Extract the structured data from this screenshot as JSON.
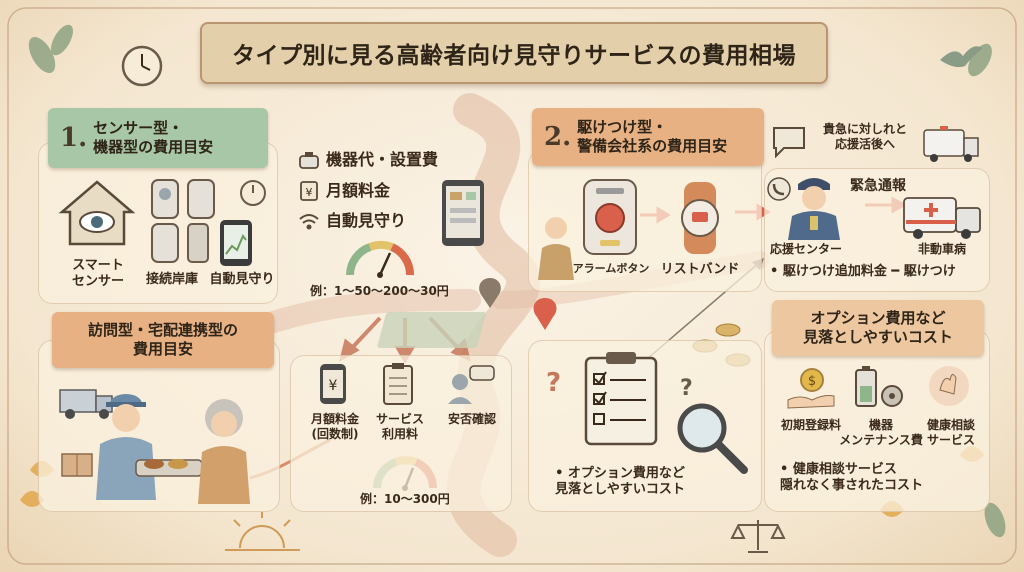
{
  "title": "タイプ別に見る高齢者向け見守りサービスの費用相場",
  "sections": {
    "sensor": {
      "number": "1.",
      "heading_line1": "センサー型・",
      "heading_line2": "機器型の費用目安",
      "items": [
        {
          "label": "スマート\nセンサー",
          "icon": "eye-house-icon"
        },
        {
          "label": "接続岸庫",
          "icon": "door-sensor-icon"
        },
        {
          "label": "自動見守り",
          "icon": "tablet-chart-icon"
        }
      ],
      "costs": [
        {
          "label": "機器代・設置費",
          "icon": "device-icon"
        },
        {
          "label": "月額料金",
          "icon": "yen-card-icon"
        },
        {
          "label": "自動見守り",
          "icon": "wifi-icon"
        }
      ],
      "range": "例：1〜50〜200〜30円"
    },
    "visit": {
      "heading_line1": "訪問型・宅配連携型の",
      "heading_line2": "費用目安",
      "costs": [
        {
          "label": "月額料金\n(回数制)",
          "icon": "yen-phone-icon"
        },
        {
          "label": "サービス\n利用料",
          "icon": "clipboard-icon"
        },
        {
          "label": "安否確認",
          "icon": "chat-people-icon"
        }
      ],
      "range": "例：10〜300円"
    },
    "rush": {
      "number": "2.",
      "heading_line1": "駆けつけ型・",
      "heading_line2": "警備会社系の費用目安",
      "devices": [
        {
          "label": "アラームボタン",
          "icon": "alarm-button-icon"
        },
        {
          "label": "リストバンド",
          "icon": "wristband-icon"
        }
      ],
      "center_label": "応援センター",
      "emergency_note": "貴急に対しれと\n応援活後へ",
      "emergency_call": "緊急通報",
      "ambulance_label": "非動車病",
      "fee_note": "• 駆けつけ追加料金 ━ 駆けつけ"
    },
    "option_center": {
      "note": "• オプション費用など\n見落としやすいコスト"
    },
    "option": {
      "heading_line1": "オプション費用など",
      "heading_line2": "見落としやすいコスト",
      "items": [
        {
          "label": "初期登録料",
          "icon": "coin-hand-icon"
        },
        {
          "label": "機器\nメンテナンス費",
          "icon": "battery-gear-icon"
        },
        {
          "label": "健康相談\nサービス",
          "icon": "heart-hand-icon"
        }
      ],
      "note": "• 健康相談サービス\n隠れなく事されたコスト"
    }
  },
  "colors": {
    "ribbon_green": "#a8c7a6",
    "ribbon_orange": "#e7b184",
    "ribbon_peach": "#edc79f",
    "title_banner": "#e3cfa9",
    "accent_red": "#d9604a",
    "path": "#d8a58a"
  }
}
